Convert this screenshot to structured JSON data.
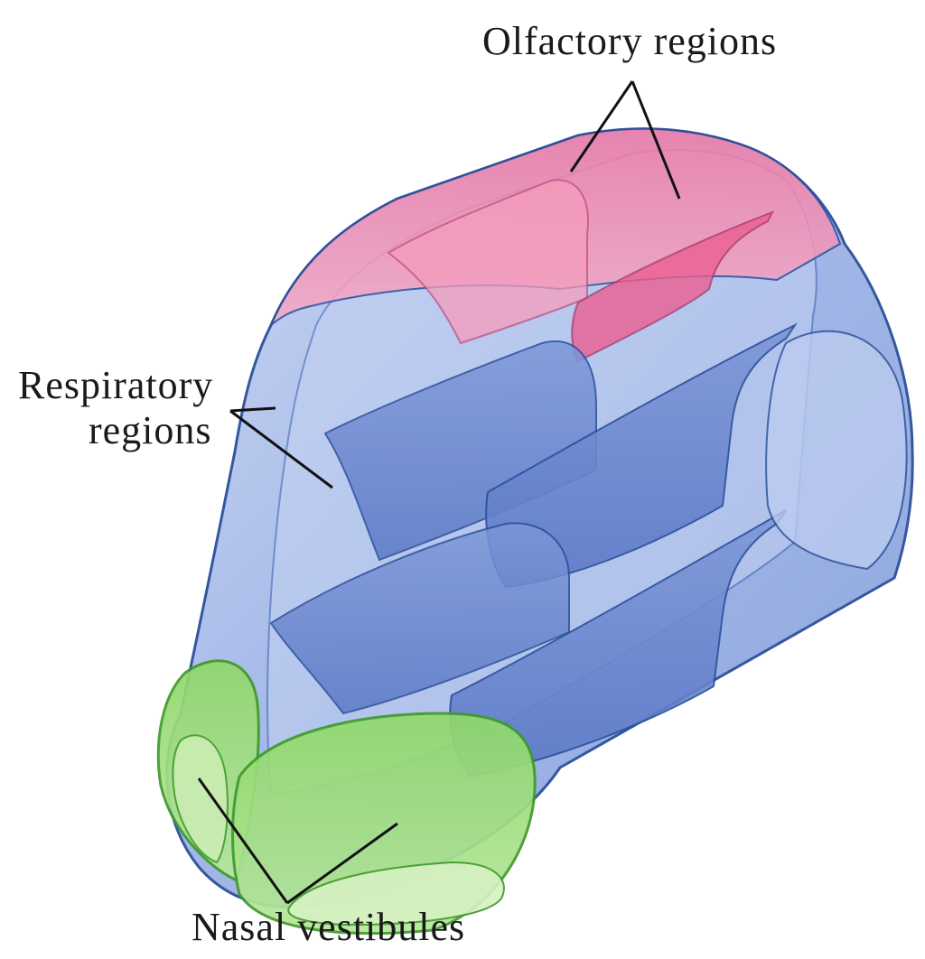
{
  "labels": {
    "olfactory": "Olfactory regions",
    "respiratory_line1": "Respiratory",
    "respiratory_line2": "regions",
    "nasal": "Nasal vestibules"
  },
  "colors": {
    "respiratory": "#8fa8df",
    "respiratory_dark": "#5f7fcb",
    "olfactory": "#ee6f9e",
    "vestibule": "#7fcf5a",
    "outline": "#2a4f9b",
    "leader": "#111111"
  }
}
